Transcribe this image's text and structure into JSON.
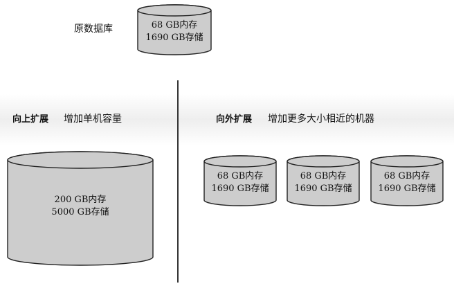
{
  "original_db": {
    "label": "原数据库",
    "line1": "68 GB内存",
    "line2": "1690 GB存储"
  },
  "scale_up": {
    "heading": "向上扩展",
    "desc": "增加单机容量",
    "cyl_line1": "200 GB内存",
    "cyl_line2": "5000 GB存储"
  },
  "scale_out": {
    "heading": "向外扩展",
    "desc": "增加更多大小相近的机器",
    "machines": [
      {
        "line1": "68 GB内存",
        "line2": "1690 GB存储"
      },
      {
        "line1": "68 GB内存",
        "line2": "1690 GB存储"
      },
      {
        "line1": "68 GB内存",
        "line2": "1690 GB存储"
      }
    ]
  },
  "colors": {
    "cylinder_fill": "#cdcdcd",
    "cylinder_stroke": "#222222",
    "divider": "#333333"
  }
}
